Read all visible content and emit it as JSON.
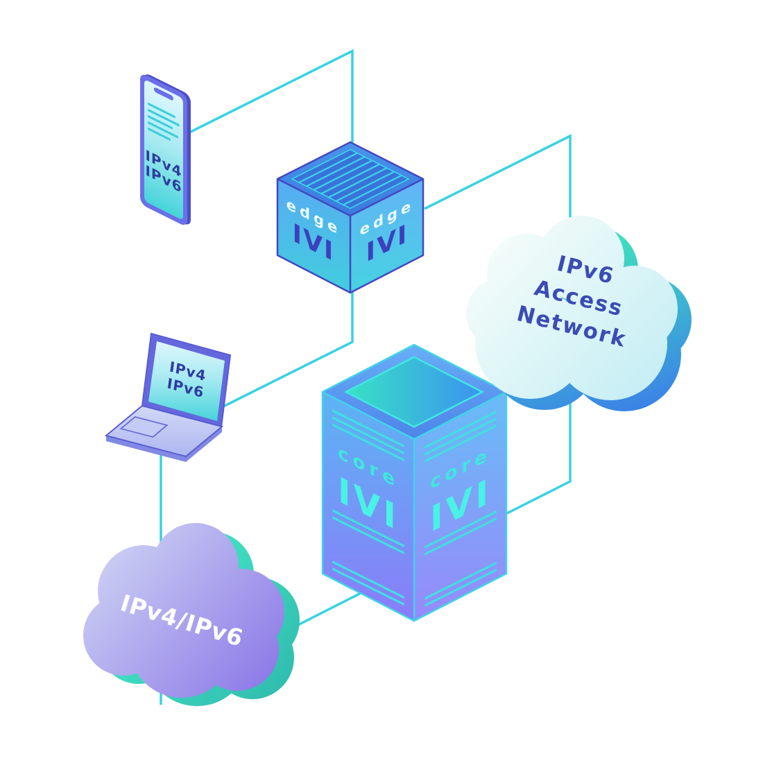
{
  "diagram": {
    "colors": {
      "connection_line": "#38d2e2",
      "indigo_outline": "#4347c0",
      "indigo_text": "#2f3da0",
      "ivi_logo_indigo": "#3c40bc",
      "core_cyan_text": "#49f2e4",
      "cloud_text_indigo": "#3c4cb4",
      "cloud_text_white": "#ffffff",
      "core_purple": "#8a7cf8",
      "teal": "#35e0c8"
    },
    "nodes": {
      "phone": {
        "label_line1": "IPv4",
        "label_line2": "IPv6"
      },
      "edge_router": {
        "left_label": "edge",
        "left_logo": "IVI",
        "right_label": "edge",
        "right_logo": "IVI"
      },
      "access_cloud": {
        "line1": "IPv6",
        "line2": "Access",
        "line3": "Network"
      },
      "laptop": {
        "label_line1": "IPv4",
        "label_line2": "IPv6"
      },
      "core_router": {
        "left_label": "core",
        "left_logo": "IVI",
        "right_label": "core",
        "right_logo": "IVI"
      },
      "dual_stack_cloud": {
        "label": "IPv4/IPv6"
      }
    }
  }
}
